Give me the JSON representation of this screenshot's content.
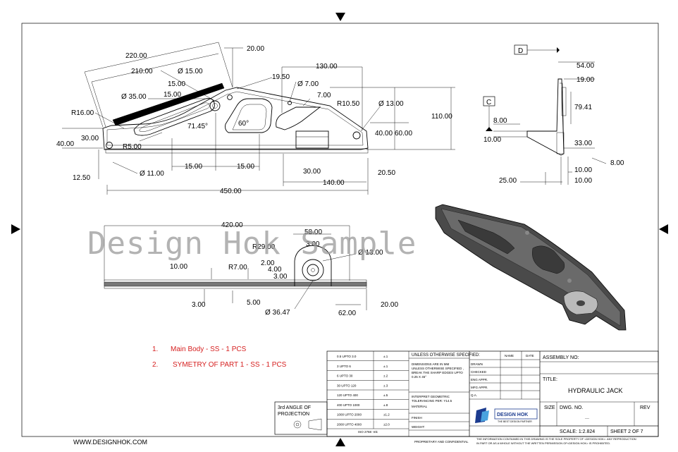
{
  "watermark": "Design Hok Sample",
  "website": "WWW.DESIGNHOK.COM",
  "notes": [
    {
      "num": "1.",
      "text": "Main Body - SS - 1 PCS"
    },
    {
      "num": "2.",
      "text": "SYMETRY OF PART 1 - SS - 1 PCS"
    }
  ],
  "datum_labels": {
    "d": "D",
    "c": "C"
  },
  "view_top": {
    "d1": "220.00",
    "d2": "210.00",
    "d3": "20.00",
    "d4": "Ø 15.00",
    "d5": "19.50",
    "d6": "130.00",
    "d7": "15.00",
    "d8": "Ø 7.00",
    "d9": "Ø 35.00",
    "d10": "15.00",
    "d11": "7.00",
    "d12": "R10.50",
    "d13": "Ø 13.00",
    "d14": "R16.00",
    "d15": "71.45°",
    "d16": "60°",
    "d17": "110.00",
    "d18": "30.00",
    "d19": "40.00",
    "d20": "60.00",
    "d21": "40.00",
    "d22": "R5.00",
    "d23": "15.00",
    "d24": "15.00",
    "d25": "30.00",
    "d26": "20.50",
    "d27": "Ø 11.00",
    "d28": "12.50",
    "d29": "140.00",
    "d30": "450.00"
  },
  "view_side": {
    "d1": "54.00",
    "d2": "19.00",
    "d3": "79.41",
    "d4": "8.00",
    "d5": "10.00",
    "d6": "33.00",
    "d7": "8.00",
    "d8": "10.00",
    "d9": "25.00",
    "d10": "10.00"
  },
  "view_front": {
    "d1": "420.00",
    "d2": "58.00",
    "d3": "R29.00",
    "d4": "3.00",
    "d5": "Ø 13.00",
    "d6": "10.00",
    "d7": "R7.00",
    "d8": "2.00",
    "d9": "4.00",
    "d10": "3.00",
    "d11": "3.00",
    "d12": "5.00",
    "d13": "Ø 36.47",
    "d14": "62.00",
    "d15": "20.00"
  },
  "tolerance_table": [
    {
      "range": "0.5 UPTO 3.0",
      "tol": "±.1"
    },
    {
      "range": "3 UPTO 6",
      "tol": "±.1"
    },
    {
      "range": "6 UPTO 30",
      "tol": "±.2"
    },
    {
      "range": "30 UPTO 120",
      "tol": "±.3"
    },
    {
      "range": "120 UPTO 400",
      "tol": "±.5"
    },
    {
      "range": "400 UPTO 1000",
      "tol": "±.8"
    },
    {
      "range": "1000 UPTO 2000",
      "tol": "±1.2"
    },
    {
      "range": "2000 UPTO 4000",
      "tol": "±2.0"
    }
  ],
  "iso_label": "ISO 2768 -mk",
  "spec": {
    "heading": "UNLESS OTHERWISE SPECIFIED:",
    "dims_lines": [
      "DIMENSIONS ARE IN MM",
      "UNLESS OTHERWISE SPECIFIED ,",
      "BREAK THE SHARP EDGES UPTO",
      "0.25 X 45°"
    ],
    "interpret_lines": [
      "INTERPRET GEOMETRIC",
      "TOLERANCING PER: Y14.5"
    ],
    "material": "MATERIAL",
    "finish": "FINISH",
    "weight": "WEIGHT:",
    "proprietary": "PROPRIETARY AND CONFIDENTIAL"
  },
  "approvals": {
    "name": "NAME",
    "date": "DATE",
    "rows": [
      "DRAWN",
      "CHECKED",
      "ENG APPR.",
      "MFG APPR.",
      "Q.A."
    ]
  },
  "title_block": {
    "assembly_no": "ASSEMBLY NO:",
    "title_label": "TITLE:",
    "title": "HYDRAULIC JACK",
    "size": "SIZE",
    "dwg_no": "DWG.  NO.",
    "dwg_val": "----",
    "rev": "REV",
    "scale": "SCALE: 1:2.824",
    "sheet": "SHEET 2 OF 7",
    "logo": "DESIGN HOK",
    "logo_sub": "THE BEST DESIGN PARTNER",
    "footer_lines": [
      "THE INFORMATION CONTAINED IN THIS DRAWING IS THE SOLE PROPERTY OF <DESIGN HOK>.  ANY REPRODUCTION",
      "IN PART OR AS A WHOLE WITHOUT THE WRITTEN PERMISSION OF<DESIGN HOK> IS PROHIBITED."
    ]
  },
  "projection_lines": [
    "3rd ANGLE OF",
    "PROJECTION"
  ]
}
